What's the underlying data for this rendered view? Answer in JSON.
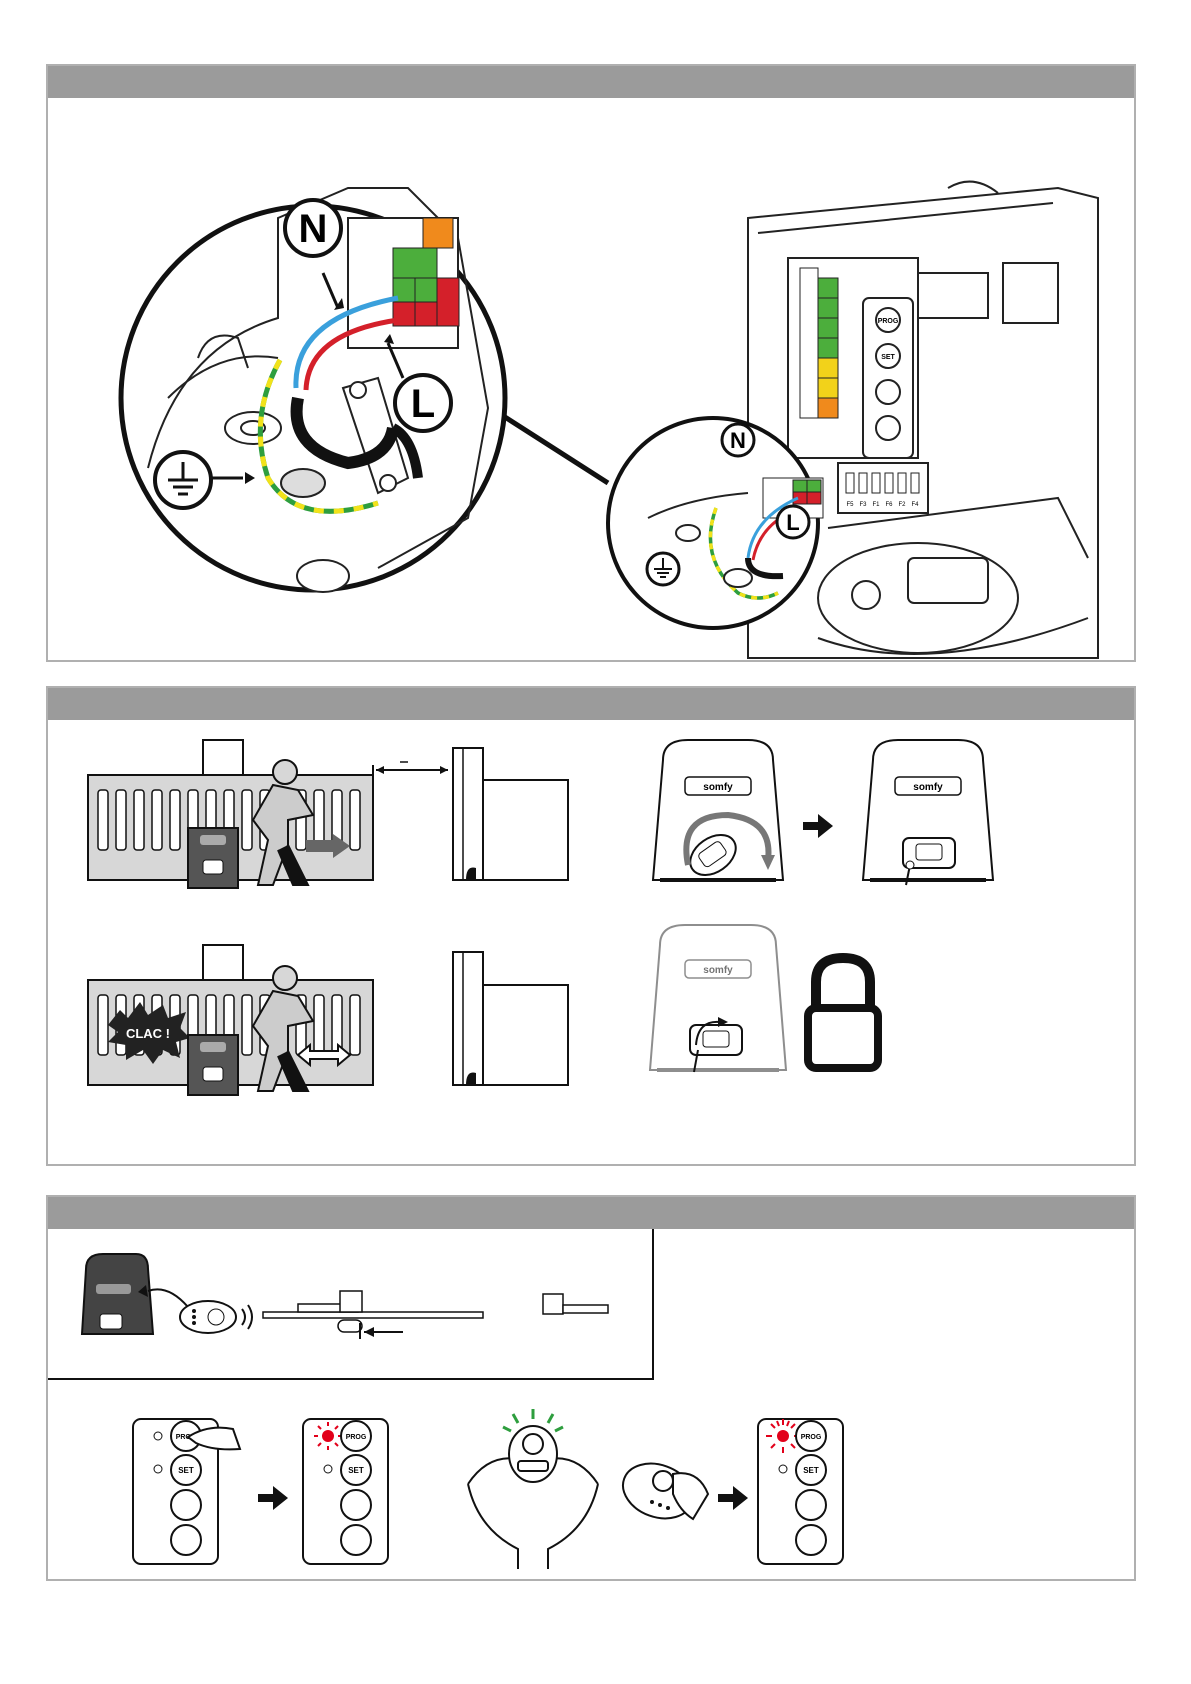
{
  "colors": {
    "header_bar": "#9b9b9b",
    "panel_border": "#b0b0b0",
    "wire_blue": "#3aa0dc",
    "wire_red": "#d4202a",
    "wire_earth_green": "#2e9e3e",
    "wire_earth_yellow": "#f2e21a",
    "terminal_green": "#4cae3c",
    "terminal_red": "#d4202a",
    "terminal_orange": "#f08a1c",
    "terminal_yellow": "#f2d21a",
    "gate_grey": "#d7d7d7",
    "led_red": "#e2001a",
    "led_green": "#2e9e3e"
  },
  "wiring": {
    "neutral_label": "N",
    "live_label": "L",
    "earth_icon": "earth-ground-icon"
  },
  "control_board": {
    "prog_label": "PROG",
    "set_label": "SET",
    "fuse_labels": [
      "F5",
      "F3",
      "F1",
      "F6",
      "F2",
      "F4"
    ]
  },
  "manual_release": {
    "brand": "somfy",
    "clac_label": "CLAC !",
    "lock_icon": "padlock-icon"
  },
  "programming": {
    "prog_label": "PROG",
    "set_label": "SET"
  }
}
